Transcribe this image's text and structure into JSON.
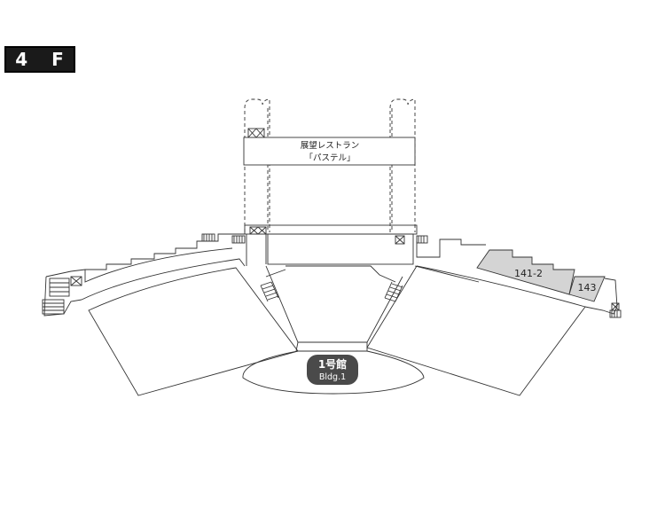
{
  "floor_badge": {
    "number": "4",
    "letter": "F"
  },
  "restaurant": {
    "name_line1": "展望レストラン",
    "name_line2": "「パステル」"
  },
  "rooms": [
    {
      "id": "141-2",
      "label": "141-2",
      "highlighted": true
    },
    {
      "id": "143",
      "label": "143",
      "highlighted": true
    }
  ],
  "building": {
    "name_ja": "1号館",
    "name_en": "Bldg.1"
  },
  "colors": {
    "highlight_room": "#d4d4d4",
    "building_badge": "#4a4a4a",
    "line": "#333333"
  }
}
